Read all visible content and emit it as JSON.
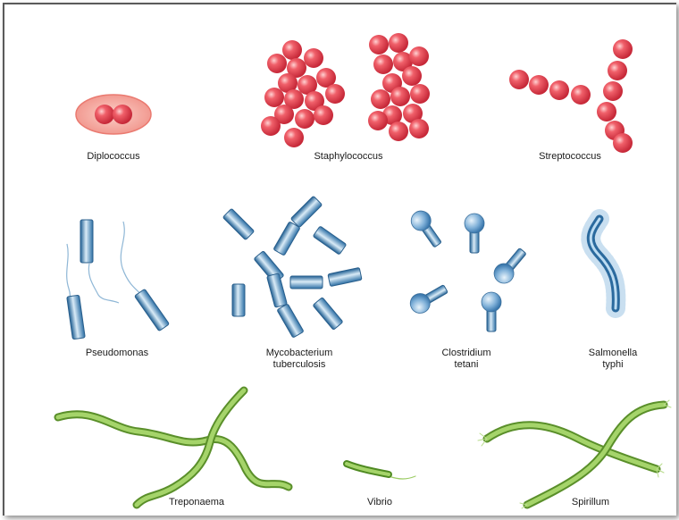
{
  "labels": {
    "diplococcus": "Diplococcus",
    "staphylococcus": "Staphylococcus",
    "streptococcus": "Streptococcus",
    "pseudomonas": "Pseudomonas",
    "mycobacterium_line1": "Mycobacterium",
    "mycobacterium_line2": "tuberculosis",
    "clostridium_line1": "Clostridium",
    "clostridium_line2": "tetani",
    "salmonella_line1": "Salmonella",
    "salmonella_line2": "typhi",
    "treponaema": "Treponaema",
    "vibrio": "Vibrio",
    "spirillum": "Spirillum"
  },
  "colors": {
    "coccus_red": "#e8485a",
    "coccus_capsule": "#f7a8a0",
    "rod_blue": "#3d7fb5",
    "spiral_green": "#8bc34a",
    "flagella_green": "#9ccc65"
  }
}
